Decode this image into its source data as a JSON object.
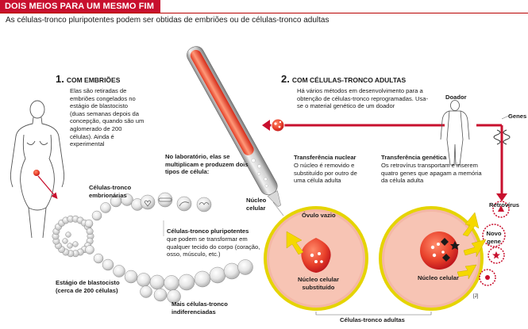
{
  "header": {
    "title": "DOIS MEIOS PARA UM MESMO FIM",
    "subtitle": "As células-tronco pluripotentes podem ser obtidas de embriões ou de células-tronco adultas"
  },
  "section1": {
    "number": "1.",
    "title": "COM EMBRIÕES",
    "text": "Elas são retiradas de embriões congelados no estágio de blastocisto (duas semanas depois da concepção, quando são um aglomerado de 200 células). Ainda é experimental"
  },
  "section2": {
    "number": "2.",
    "title": "COM CÉLULAS-TRONCO ADULTAS",
    "text": "Há vários métodos em desenvolvimento para a obtenção de células-tronco reprogramadas. Usa-se o material genético de um doador"
  },
  "labels": {
    "lab": "No laboratório, elas se multiplicam e produzem dois tipos de célula:",
    "embryonic": "Células-tronco embrionárias",
    "pluripotent_title": "Células-tronco pluripotentes",
    "pluripotent_text": "que podem se transformar em qualquer tecido do corpo (coração, osso, músculo, etc.)",
    "blastocyst": "Estágio de blastocisto (cerca de 200 células)",
    "undiff": "Mais células-tronco indiferenciadas",
    "nucleus_cell": "Núcleo celular",
    "nuclear_transfer_title": "Transferência nuclear",
    "nuclear_transfer_text": "O núcleo é removido e substituído por outro de uma célula adulta",
    "genetic_transfer_title": "Transferência genética",
    "genetic_transfer_text": "Os retrovírus transportam e inserem quatro genes que apagam a memória da célula adulta",
    "donor": "Doador",
    "genes": "Genes",
    "retrovirus": "Retrovírus",
    "new_gene": "Novo gene",
    "empty_egg": "Óvulo vazio",
    "replaced_nucleus": "Núcleo celular substituído",
    "nucleus_cell_2": "Núcleo celular",
    "adult_cells": "Células-tronco adultas",
    "credit": "[J]"
  },
  "colors": {
    "red": "#c8102e",
    "yellow": "#f5d800",
    "pink": "#f4b7a6",
    "gray": "#c9c9c9"
  }
}
